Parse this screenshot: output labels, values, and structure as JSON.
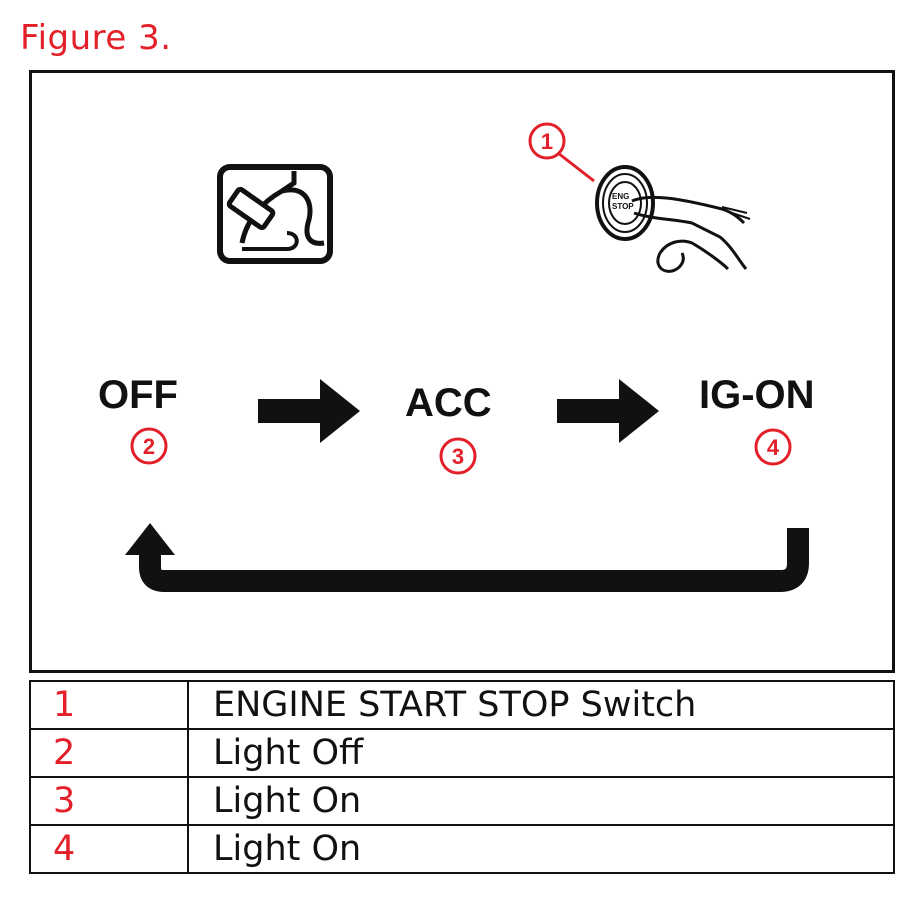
{
  "figure_title": "Figure 3.",
  "diagram": {
    "states": [
      {
        "label": "OFF",
        "callout": "2"
      },
      {
        "label": "ACC",
        "callout": "3"
      },
      {
        "label": "IG-ON",
        "callout": "4"
      }
    ],
    "switch_callout": "1",
    "callout_color": "#e3202a"
  },
  "legend": [
    {
      "num": "1",
      "desc": "ENGINE START STOP Switch"
    },
    {
      "num": "2",
      "desc": "Light Off"
    },
    {
      "num": "3",
      "desc": "Light On"
    },
    {
      "num": "4",
      "desc": "Light On"
    }
  ]
}
